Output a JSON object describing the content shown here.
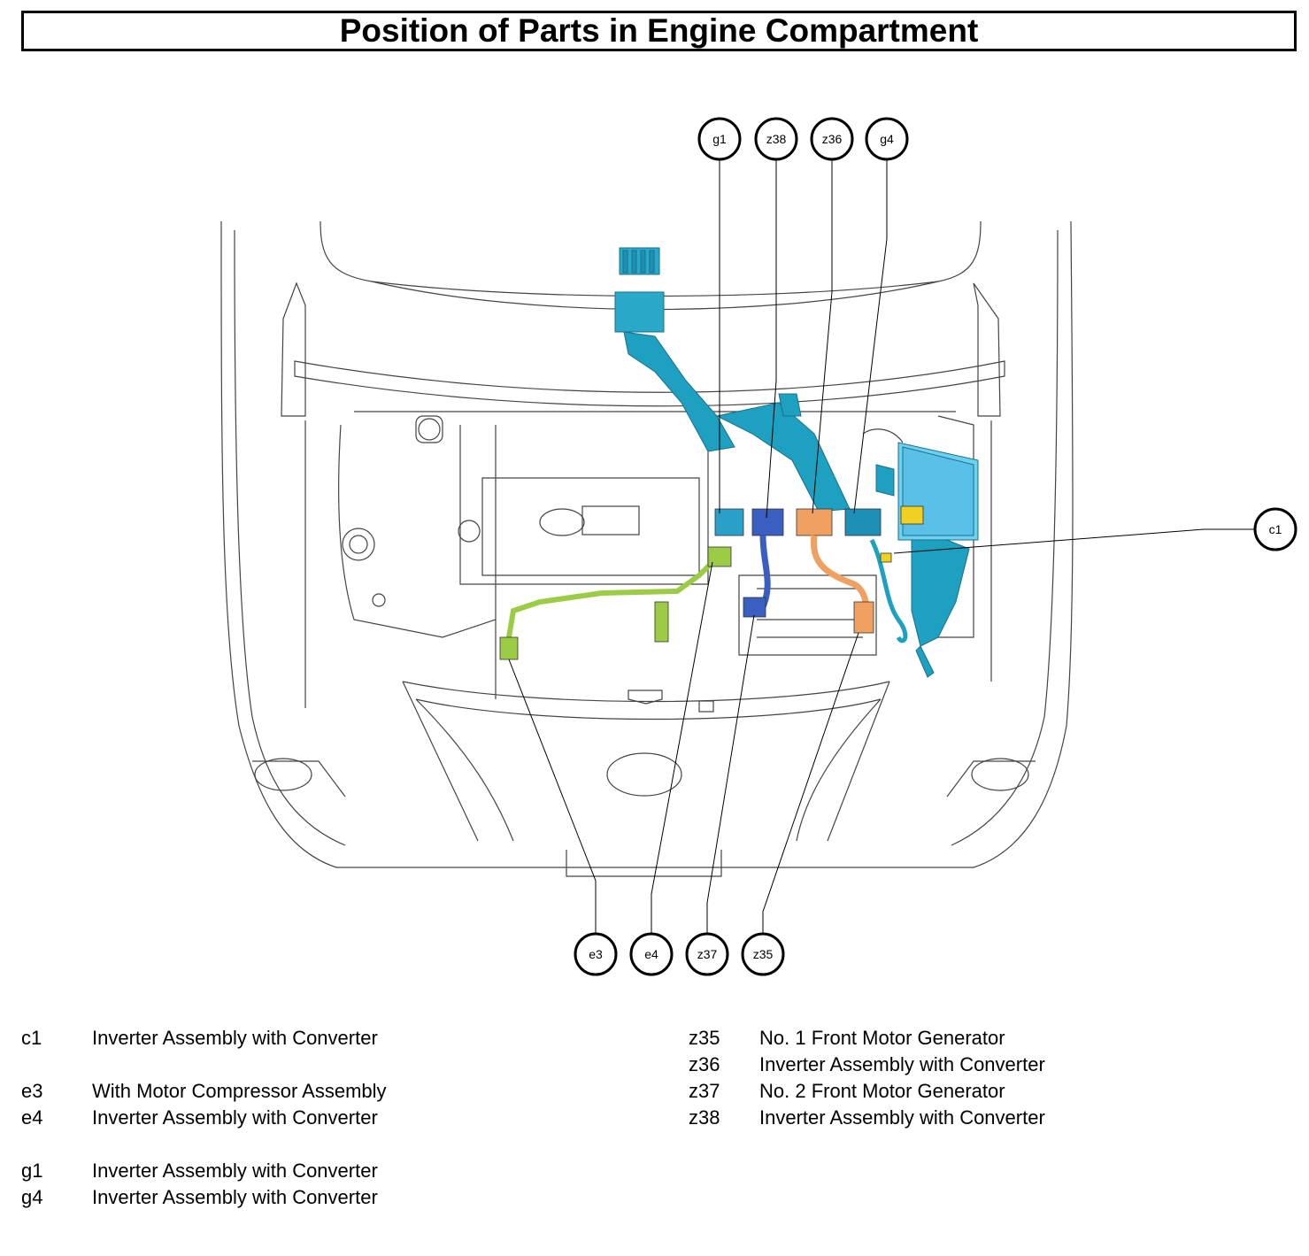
{
  "title": "Position of Parts in Engine Compartment",
  "callouts_top": [
    {
      "id": "g1",
      "label": "g1",
      "color": "#2aa0c8"
    },
    {
      "id": "z38",
      "label": "z38",
      "color": "#3a5fc0"
    },
    {
      "id": "z36",
      "label": "z36",
      "color": "#f0a060"
    },
    {
      "id": "g4",
      "label": "g4",
      "color": "#1e90b8"
    }
  ],
  "callouts_right": [
    {
      "id": "c1",
      "label": "c1",
      "color": "#f0d020"
    }
  ],
  "callouts_bottom": [
    {
      "id": "e3",
      "label": "e3",
      "color": "#9ccc45"
    },
    {
      "id": "e4",
      "label": "e4",
      "color": "#9ccc45"
    },
    {
      "id": "z37",
      "label": "z37",
      "color": "#3a5fc0"
    },
    {
      "id": "z35",
      "label": "z35",
      "color": "#f0a060"
    }
  ],
  "legend_left": [
    {
      "code": "c1",
      "desc": "Inverter Assembly with Converter"
    },
    {
      "code": "e3",
      "desc": "With Motor Compressor Assembly"
    },
    {
      "code": "e4",
      "desc": "Inverter Assembly with Converter"
    },
    {
      "code": "g1",
      "desc": "Inverter Assembly with Converter"
    },
    {
      "code": "g4",
      "desc": "Inverter Assembly with Converter"
    }
  ],
  "legend_right": [
    {
      "code": "z35",
      "desc": "No. 1 Front Motor Generator"
    },
    {
      "code": "z36",
      "desc": "Inverter Assembly with Converter"
    },
    {
      "code": "z37",
      "desc": "No. 2 Front Motor Generator"
    },
    {
      "code": "z38",
      "desc": "Inverter Assembly with Converter"
    }
  ]
}
